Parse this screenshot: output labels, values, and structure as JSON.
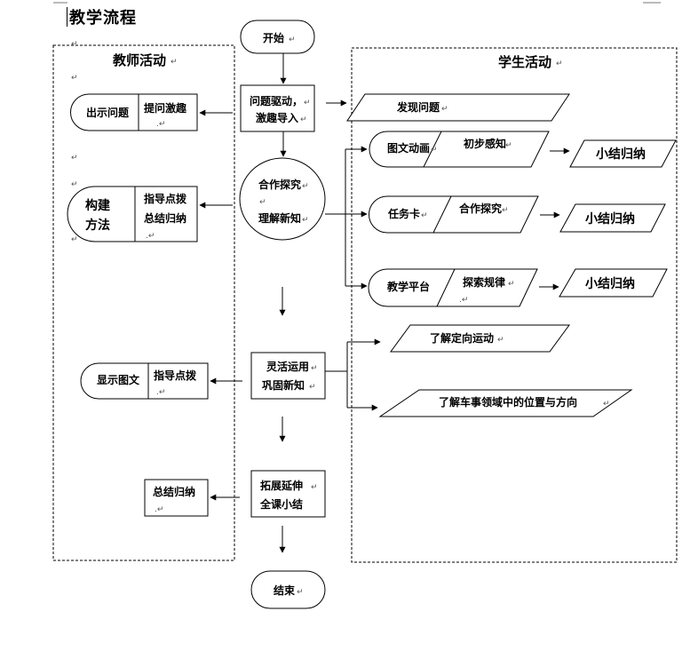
{
  "title": "教学流程",
  "teacher": {
    "header": "教师活动",
    "q_left": "出示问题",
    "q_right": "提问激趣",
    "build_left_1": "构建",
    "build_left_2": "方法",
    "build_right_1": "指导点拨",
    "build_right_2": "总结归纳",
    "show_left": "显示图文",
    "show_right": "指导点拨",
    "summary": "总结归纳"
  },
  "center": {
    "start": "开始",
    "s1_line1": "问题驱动，",
    "s1_line2": "激趣导入",
    "s2_line1": "合作探究",
    "s2_line2": "理解新知",
    "s3_line1": "灵活运用",
    "s3_line2": "巩固新知",
    "s4_line1": "拓展延伸",
    "s4_line2": "全课小结",
    "end": "结束"
  },
  "student": {
    "header": "学生活动",
    "discover": "发现问题",
    "r1_left": "图文动画",
    "r1_right": "初步感知",
    "r2_left": "任务卡",
    "r2_right": "合作探究",
    "r3_left": "教学平台",
    "r3_right": "探索规律",
    "summary1": "小结归纳",
    "summary2": "小结归纳",
    "summary3": "小结归纳",
    "apply1": "了解定向运动",
    "apply2": "了解车事领域中的位置与方向"
  }
}
